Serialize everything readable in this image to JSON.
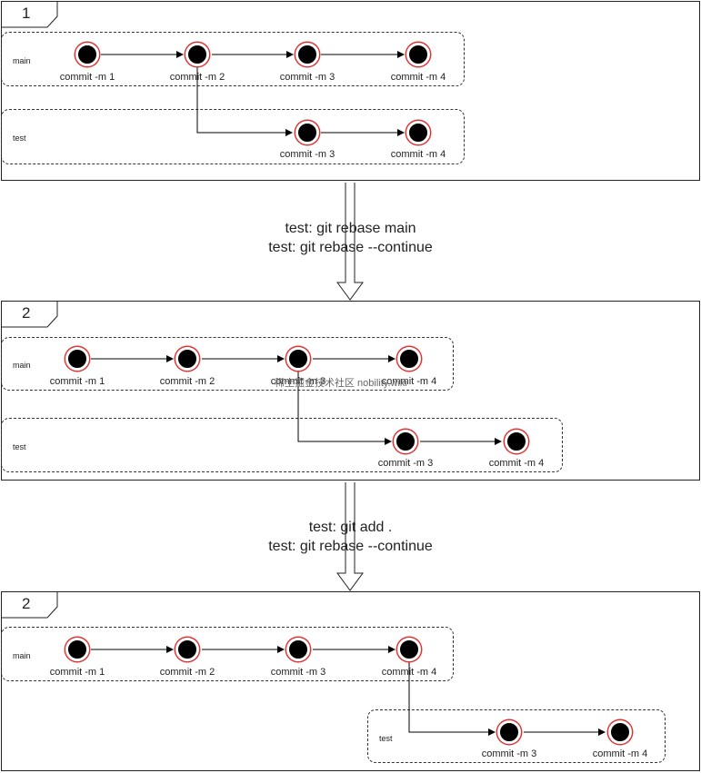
{
  "frames": [
    {
      "number": "1",
      "lanes": [
        {
          "label": "main",
          "commits": [
            "commit -m 1",
            "commit -m 2",
            "commit -m 3",
            "commit -m 4"
          ]
        },
        {
          "label": "test",
          "commits": [
            "commit -m 3",
            "commit -m 4"
          ]
        }
      ]
    },
    {
      "number": "2",
      "lanes": [
        {
          "label": "main",
          "commits": [
            "commit -m 1",
            "commit -m 2",
            "commit -m 3",
            "commit -m 4"
          ]
        },
        {
          "label": "test",
          "commits": [
            "commit -m 3",
            "commit -m 4"
          ]
        }
      ]
    },
    {
      "number": "2",
      "lanes": [
        {
          "label": "main",
          "commits": [
            "commit -m 1",
            "commit -m 2",
            "commit -m 3",
            "commit -m 4"
          ]
        },
        {
          "label": "test",
          "commits": [
            "commit -m 3",
            "commit -m 4"
          ]
        }
      ]
    }
  ],
  "steps": [
    {
      "line1": "test:  git rebase main",
      "line2": "test:  git rebase --continue"
    },
    {
      "line1": "test:  git add .",
      "line2": "test:  git rebase --continue"
    }
  ],
  "watermark": "稀土掘金技术社区 nobility.wiki",
  "colors": {
    "commit_fill": "#000000",
    "commit_ring": "#dd3333",
    "line": "#000000"
  }
}
